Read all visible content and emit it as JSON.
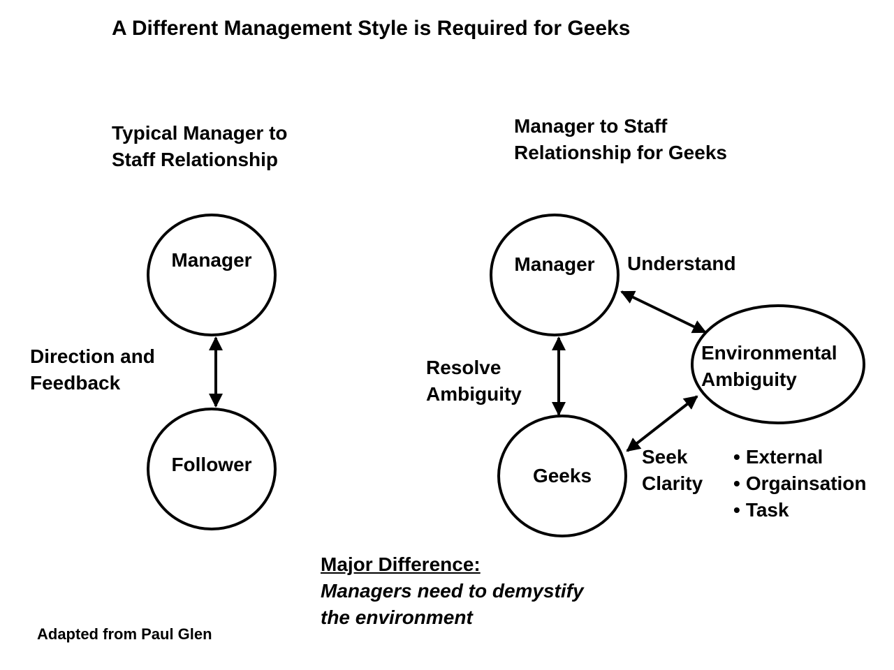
{
  "title": "A Different Management Style is Required for Geeks",
  "left": {
    "heading": [
      "Typical Manager to",
      "Staff Relationship"
    ],
    "manager_label": "Manager",
    "follower_label": "Follower",
    "edge_label": [
      "Direction and",
      "Feedback"
    ]
  },
  "right": {
    "heading": [
      "Manager to Staff",
      "Relationship for Geeks"
    ],
    "manager_label": "Manager",
    "geeks_label": "Geeks",
    "env_label": [
      "Environmental",
      "Ambiguity"
    ],
    "understand_label": "Understand",
    "resolve_label": [
      "Resolve",
      "Ambiguity"
    ],
    "seek_label": [
      "Seek",
      "Clarity"
    ],
    "bullets": [
      "External",
      "Orgainsation",
      "Task"
    ]
  },
  "footer": {
    "heading": "Major Difference:",
    "body": [
      "Managers need to demystify",
      "the environment"
    ],
    "credit": "Adapted from Paul Glen"
  }
}
